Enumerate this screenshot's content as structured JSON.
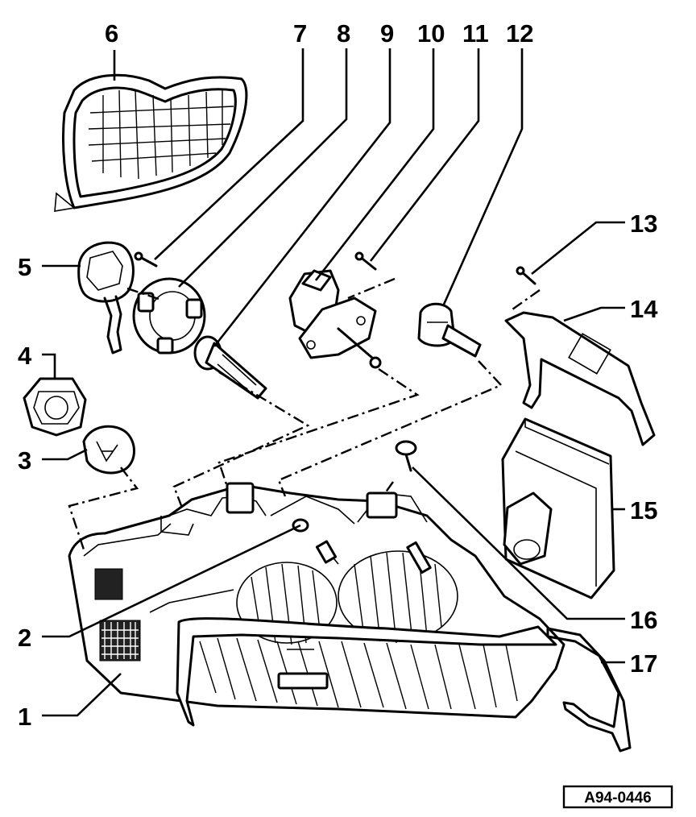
{
  "callouts": [
    {
      "id": "1",
      "label": "1"
    },
    {
      "id": "2",
      "label": "2"
    },
    {
      "id": "3",
      "label": "3"
    },
    {
      "id": "4",
      "label": "4"
    },
    {
      "id": "5",
      "label": "5"
    },
    {
      "id": "6",
      "label": "6"
    },
    {
      "id": "7",
      "label": "7"
    },
    {
      "id": "8",
      "label": "8"
    },
    {
      "id": "9",
      "label": "9"
    },
    {
      "id": "10",
      "label": "10"
    },
    {
      "id": "11",
      "label": "11"
    },
    {
      "id": "12",
      "label": "12"
    },
    {
      "id": "13",
      "label": "13"
    },
    {
      "id": "14",
      "label": "14"
    },
    {
      "id": "15",
      "label": "15"
    },
    {
      "id": "16",
      "label": "16"
    },
    {
      "id": "17",
      "label": "17"
    }
  ],
  "reference_code": "A94-0446"
}
